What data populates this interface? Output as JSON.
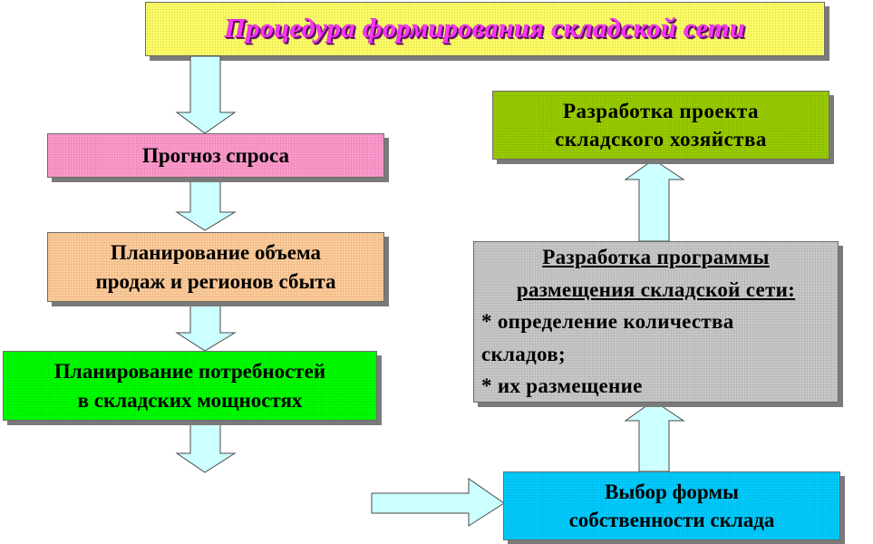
{
  "title": "Процедура формирования складской сети",
  "boxes": {
    "demand_forecast": {
      "lines": [
        "Прогноз спроса"
      ],
      "color": "#ff99cc"
    },
    "sales_planning": {
      "lines": [
        "Планирование объема",
        "продаж и регионов сбыта"
      ],
      "color": "#ffcc99"
    },
    "capacity_planning": {
      "lines": [
        "Планирование потребностей",
        "в складских мощностях"
      ],
      "color": "#00ff00"
    },
    "warehouse_project": {
      "lines": [
        "Разработка проекта",
        "складского хозяйства"
      ],
      "color": "#99cc00"
    },
    "placement_program": {
      "heading": [
        "Разработка программы",
        "размещения складской сети:"
      ],
      "items": [
        "* определение количества",
        "складов;",
        "* их размещение"
      ],
      "color": "#c8c8c8"
    },
    "ownership_choice": {
      "lines": [
        "Выбор формы",
        "собственности склада"
      ],
      "color": "#00ccff"
    }
  },
  "title_colors": {
    "background": "#ffff66",
    "text": "#ff33ff"
  },
  "arrow_color": "#ccffff"
}
